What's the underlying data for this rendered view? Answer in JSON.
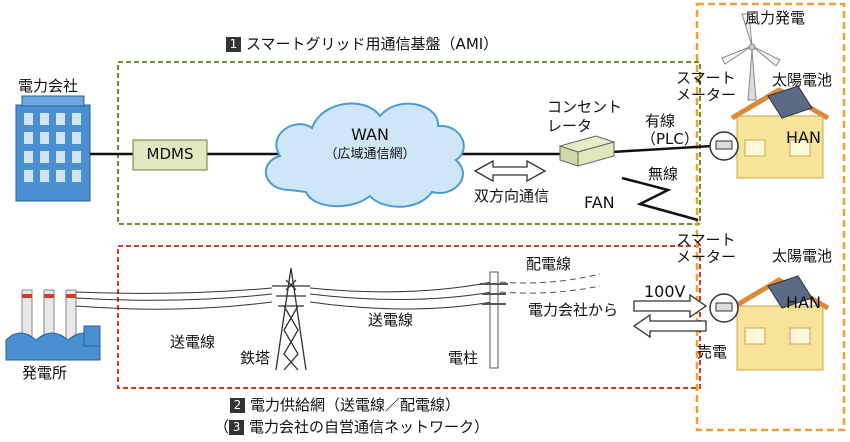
{
  "sections": {
    "ami_title": "スマートグリッド用通信基盤（AMI）",
    "ami_num": "1",
    "grid_title": "電力供給網（送電線／配電線）",
    "grid_num": "2",
    "comm_title": "電力会社の自営通信ネットワーク）",
    "comm_num": "3",
    "comm_open": "（"
  },
  "labels": {
    "power_company": "電力会社",
    "mdms": "MDMS",
    "wan": "WAN",
    "wan_sub": "（広域通信網）",
    "concentrator_line1": "コンセント",
    "concentrator_line2": "レータ",
    "bidirectional": "双方向通信",
    "wired_line1": "有線",
    "wired_line2": "（PLC）",
    "wireless": "無線",
    "fan": "FAN",
    "wind_power": "風力発電",
    "smart_meter_1_line1": "スマート",
    "smart_meter_1_line2": "メーター",
    "solar_1": "太陽電池",
    "han_1": "HAN",
    "smart_meter_2_line1": "スマート",
    "smart_meter_2_line2": "メーター",
    "solar_2": "太陽電池",
    "han_2": "HAN",
    "distribution_line": "配電線",
    "transmission_line_right": "送電線",
    "transmission_line_left": "送電線",
    "pylon": "鉄塔",
    "utility_pole": "電柱",
    "power_plant": "発電所",
    "from_power_company": "電力会社から",
    "voltage": "100V",
    "selling_power": "売電"
  },
  "colors": {
    "ami_border": "#6a8f2a",
    "grid_border": "#d23a2a",
    "home_border": "#f0a030",
    "cloud_fill": "#cfe6f7",
    "cloud_stroke": "#4a9bd6",
    "house_wall": "#f7e39a",
    "house_roof": "#d98a3a",
    "building": "#4a8fd0"
  }
}
